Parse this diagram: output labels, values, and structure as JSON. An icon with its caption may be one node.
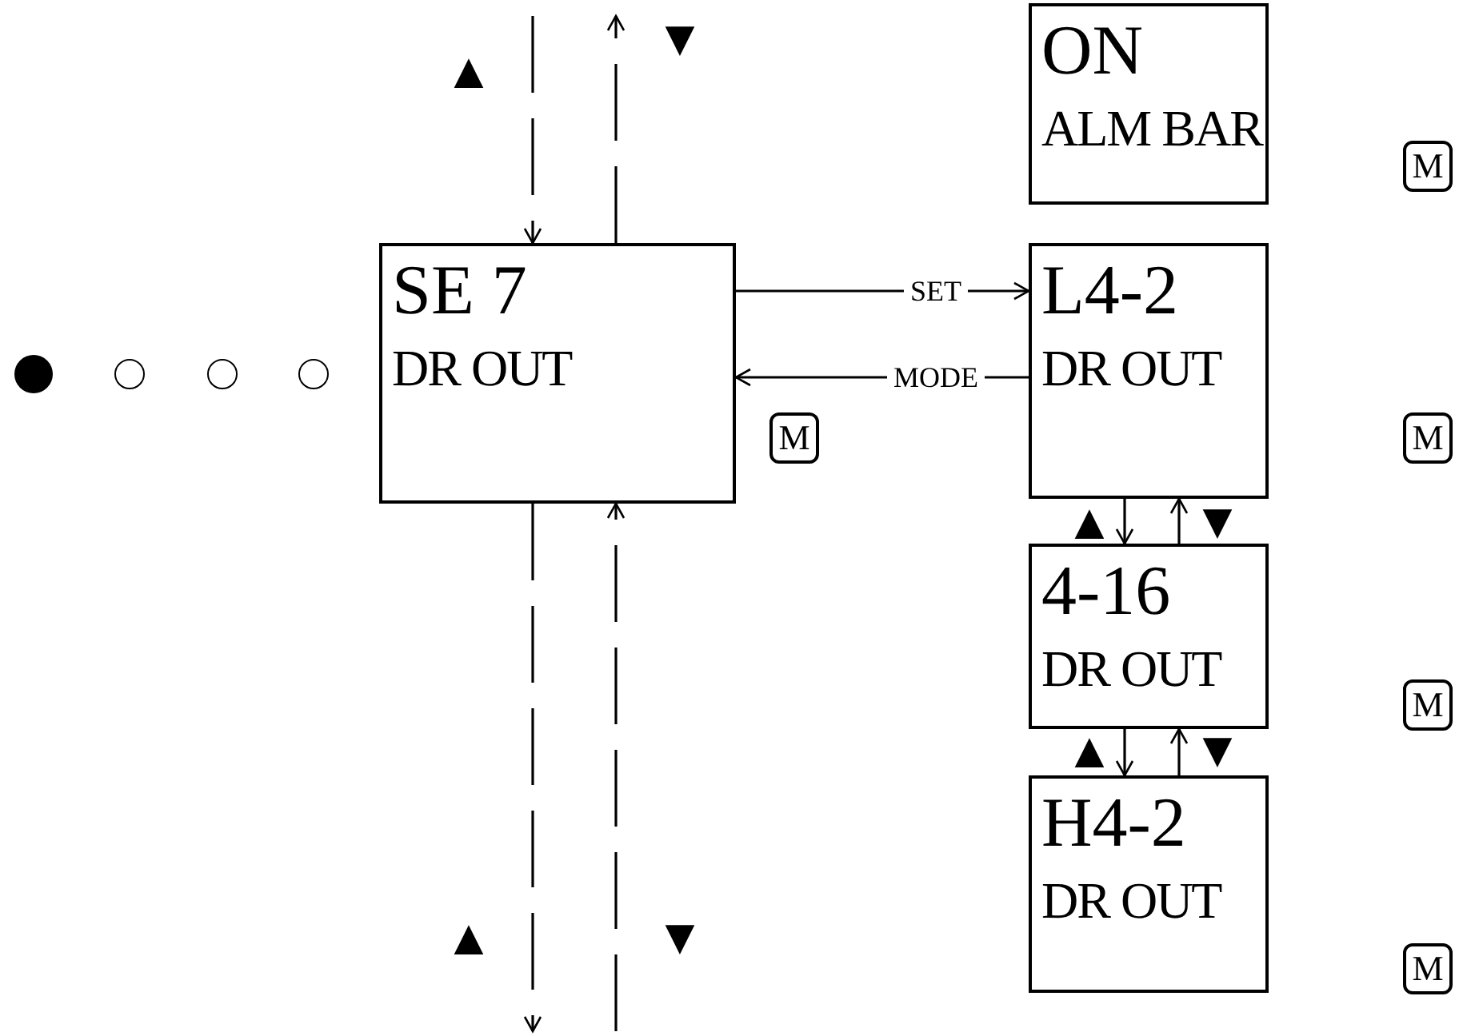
{
  "diagram": {
    "nodes": [
      {
        "text": [
          "ON",
          "ALM BAR"
        ]
      },
      {
        "text": [
          "M"
        ]
      },
      {
        "text": [
          "SE 7",
          "DR OUT"
        ]
      },
      {
        "text": [
          "M"
        ]
      },
      {
        "text": [
          "L4-2",
          "DR OUT"
        ]
      },
      {
        "text": [
          "M"
        ]
      },
      {
        "text": [
          "4-16",
          "DR OUT"
        ]
      },
      {
        "text": [
          "M"
        ]
      },
      {
        "text": [
          "H4-2",
          "DR OUT"
        ]
      },
      {
        "text": [
          "M"
        ]
      }
    ],
    "edges": [
      {
        "from": null,
        "to": 2,
        "arrow": "to",
        "style": "dashed"
      },
      {
        "from": 2,
        "to": null,
        "arrow": "to",
        "style": "dashed"
      },
      {
        "from": 2,
        "to": 4,
        "arrow": "to",
        "label": "SET"
      },
      {
        "from": 4,
        "to": 2,
        "arrow": "to",
        "label": "MODE"
      },
      {
        "from": 2,
        "to": null,
        "arrow": "to",
        "style": "dashed"
      },
      {
        "from": null,
        "to": 2,
        "arrow": "to",
        "style": "dashed"
      },
      {
        "from": 4,
        "to": 6,
        "arrow": "to"
      },
      {
        "from": 6,
        "to": 4,
        "arrow": "to"
      },
      {
        "from": 6,
        "to": 8,
        "arrow": "to"
      },
      {
        "from": 8,
        "to": 6,
        "arrow": "to"
      }
    ],
    "labels": [
      "▲",
      "▼",
      "▲",
      "▼",
      "▲",
      "▼",
      "▲",
      "▼"
    ]
  }
}
